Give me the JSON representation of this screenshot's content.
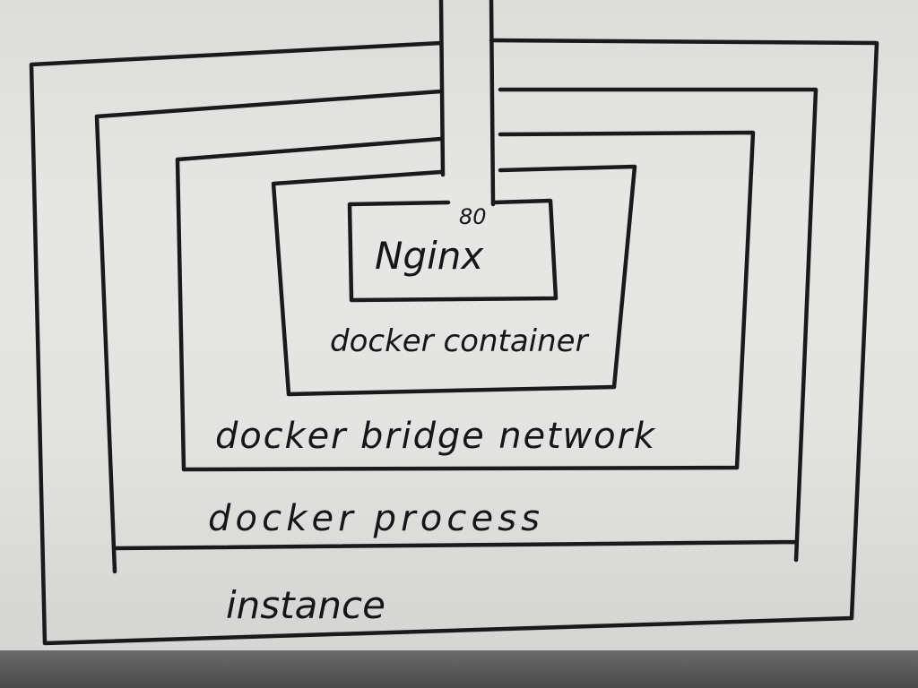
{
  "diagram": {
    "port_label": "80",
    "app_label": "Nginx",
    "container_label": "docker container",
    "network_label": "docker bridge network",
    "process_label": "docker process",
    "host_label": "instance"
  },
  "colors": {
    "ink": "#1a1a1a",
    "paper": "#e4e4e2"
  }
}
